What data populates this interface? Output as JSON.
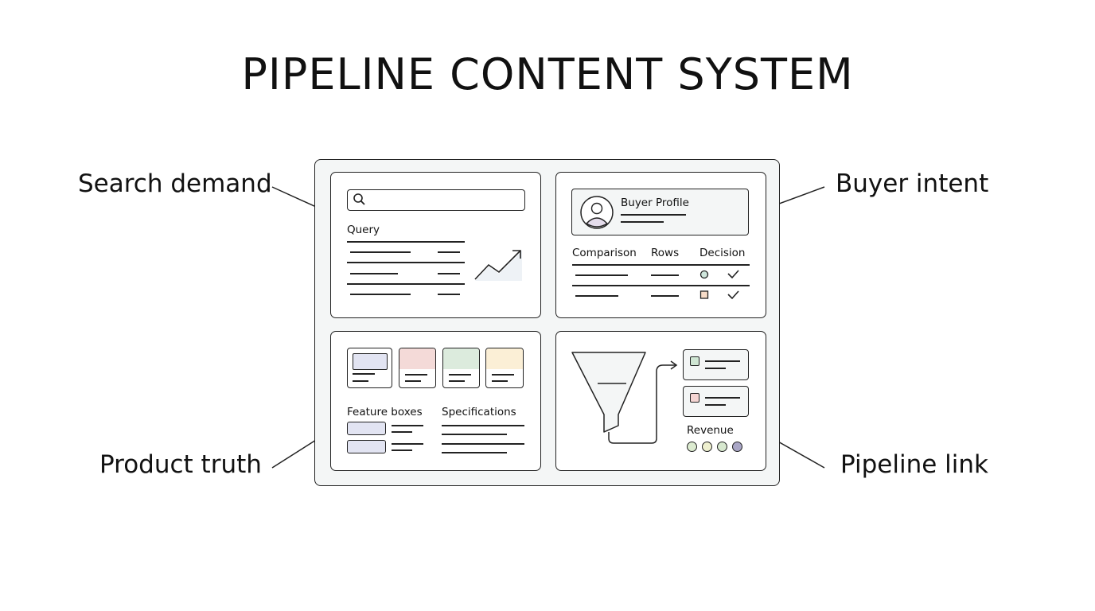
{
  "title": "PIPELINE CONTENT SYSTEM",
  "callouts": {
    "search_demand": "Search demand",
    "buyer_intent": "Buyer intent",
    "product_truth": "Product truth",
    "pipeline_link": "Pipeline link"
  },
  "search_panel": {
    "query_label": "Query",
    "icons": [
      "search-icon",
      "trend-up-icon"
    ]
  },
  "buyer_panel": {
    "profile_label": "Buyer Profile",
    "columns": [
      "Comparison",
      "Rows",
      "Decision"
    ],
    "icons": [
      "avatar-icon",
      "check-icon"
    ]
  },
  "product_panel": {
    "feature_label": "Feature boxes",
    "spec_label": "Specifications",
    "card_colors": [
      "#e2e4f2",
      "#f4dad8",
      "#dcebdd",
      "#fbefd6"
    ]
  },
  "pipeline_panel": {
    "revenue_label": "Revenue",
    "icons": [
      "funnel-icon",
      "arrow-icon"
    ],
    "dot_colors": [
      "#dcebd0",
      "#eef0cf",
      "#d7e8cf",
      "#a9a6c6"
    ]
  },
  "colors": {
    "frame_bg": "#f4f6f6",
    "stroke": "#222222"
  }
}
